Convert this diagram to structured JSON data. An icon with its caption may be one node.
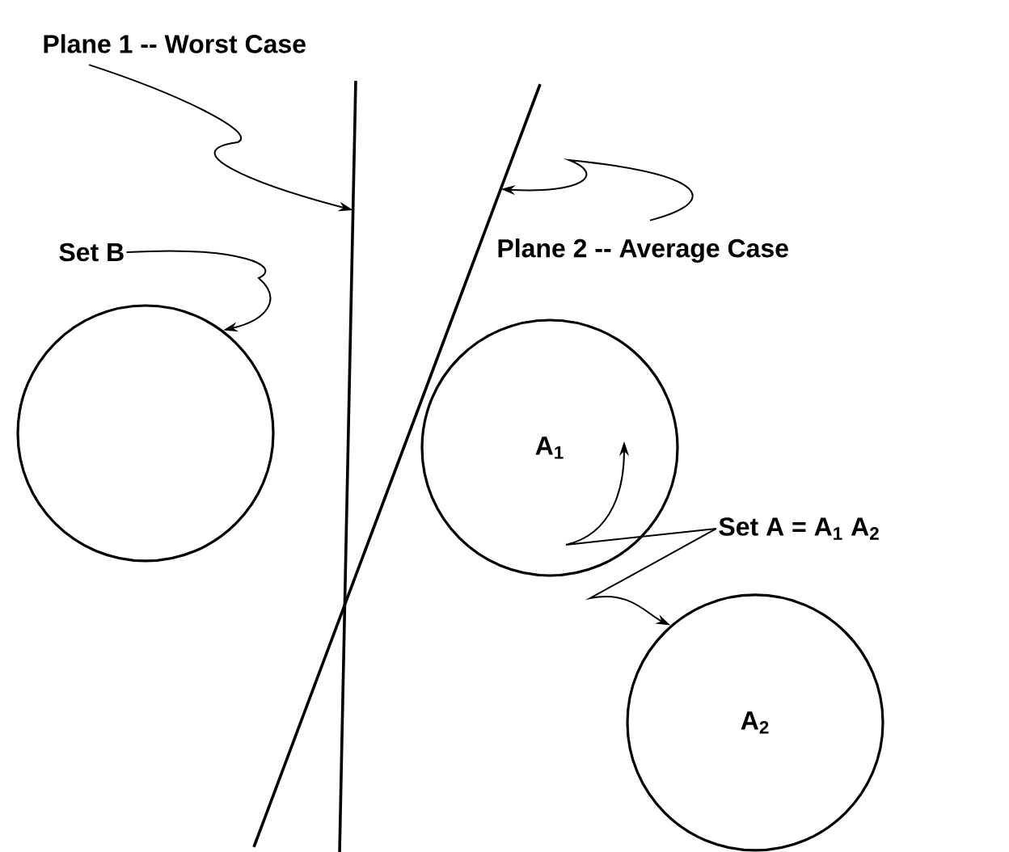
{
  "diagram": {
    "nodes": [
      {
        "text": [
          "Plane 1 -- Worst Case"
        ]
      },
      {
        "text": [],
        "shape": "line"
      },
      {
        "text": [],
        "shape": "line"
      },
      {
        "text": [
          "Plane 2 -- Average Case"
        ]
      },
      {
        "text": [
          "Set B"
        ]
      },
      {
        "text": [],
        "shape": "circle"
      },
      {
        "text": [
          "A$_{1}$"
        ]
      },
      {
        "text": [
          "Set A = A$_{1}$    A$_{2}$"
        ]
      },
      {
        "text": [
          "A$_{2}$"
        ]
      }
    ],
    "edges": [
      {
        "from": 0,
        "to": 1,
        "arrow": "to"
      },
      {
        "from": 3,
        "to": 2,
        "arrow": "to"
      },
      {
        "from": 4,
        "to": 5,
        "arrow": "to"
      },
      {
        "from": 7,
        "to": 6,
        "arrow": "to"
      },
      {
        "from": 7,
        "to": 8,
        "arrow": "to"
      }
    ]
  }
}
